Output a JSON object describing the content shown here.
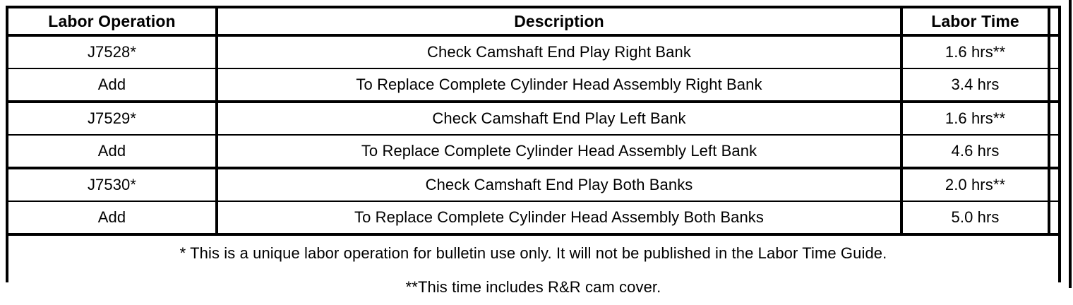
{
  "table": {
    "columns": [
      {
        "key": "labor_operation",
        "label": "Labor Operation"
      },
      {
        "key": "description",
        "label": "Description"
      },
      {
        "key": "labor_time",
        "label": "Labor Time"
      },
      {
        "key": "spacer",
        "label": ""
      }
    ],
    "rows": [
      {
        "labor_operation": "J7528*",
        "description": "Check Camshaft End Play Right Bank",
        "labor_time": "1.6 hrs**"
      },
      {
        "labor_operation": "Add",
        "description": "To Replace Complete Cylinder Head Assembly Right Bank",
        "labor_time": "3.4 hrs"
      },
      {
        "labor_operation": "J7529*",
        "description": "Check Camshaft End Play Left Bank",
        "labor_time": "1.6 hrs**"
      },
      {
        "labor_operation": "Add",
        "description": "To Replace Complete Cylinder Head Assembly Left Bank",
        "labor_time": "4.6 hrs"
      },
      {
        "labor_operation": "J7530*",
        "description": "Check Camshaft End Play Both Banks",
        "labor_time": "2.0 hrs**"
      },
      {
        "labor_operation": "Add",
        "description": "To Replace Complete Cylinder Head Assembly Both Banks",
        "labor_time": "5.0 hrs"
      }
    ],
    "notes": [
      "* This is a unique labor operation for bulletin use only. It will not be published in the Labor Time Guide.",
      "**This time includes R&R cam cover."
    ]
  },
  "colors": {
    "rule": "#000000",
    "text": "#000000",
    "background": "#ffffff"
  }
}
